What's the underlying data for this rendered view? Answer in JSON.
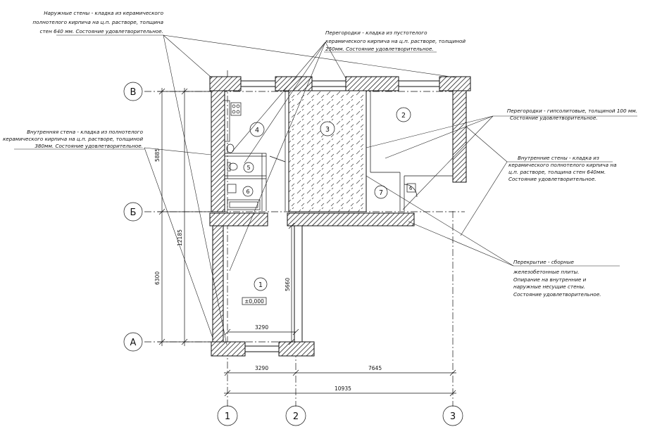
{
  "notes": {
    "outer_walls": [
      "Наружные стены - кладка из керамического",
      "полнотелого  кирпича на ц.п. растворе, толщина",
      "стен 640 мм. Состояние удовлетворительное."
    ],
    "partitions_hollow": [
      "Перегородки - кладка из пустотелого",
      "керамического кирпича на ц.п. растворе, толщиной",
      "250мм. Состояние удовлетворительное."
    ],
    "inner_wall_380": [
      "Внутренняя стена - кладка из полнотелого",
      "керамического кирпича на ц.п. растворе, толщиной",
      "380мм. Состояние удовлетворительное."
    ],
    "gypsum_partitions": [
      "Перегородки - гипсолитовые, толщиной 100 мм.",
      "Состояние удовлетворительное."
    ],
    "inner_walls_640": [
      "Внутренние стены - кладка из",
      "керамического полнотелого  кирпича на",
      "ц.п. растворе, толщина  стен 640мм.",
      "Состояние удовлетворительное."
    ],
    "slabs": [
      "Перекрытие - сборные",
      "железобетонные плиты.",
      "Опирание на внутренние и",
      "наружные несущие стены.",
      "Состояние удовлетворительное."
    ]
  },
  "axes": {
    "rows": [
      "В",
      "Б",
      "А"
    ],
    "columns": [
      "1",
      "2",
      "3"
    ]
  },
  "dimensions": {
    "left_outer": "12185",
    "left_upper": "5885",
    "left_lower": "6300",
    "room1_height": "5660",
    "room1_width": "3290",
    "bottom_1_2": "3290",
    "bottom_2_3": "7645",
    "bottom_total": "10935"
  },
  "rooms": [
    "1",
    "2",
    "3",
    "4",
    "5",
    "6",
    "7"
  ],
  "small_box_label": "6",
  "level_mark": "±0,000"
}
